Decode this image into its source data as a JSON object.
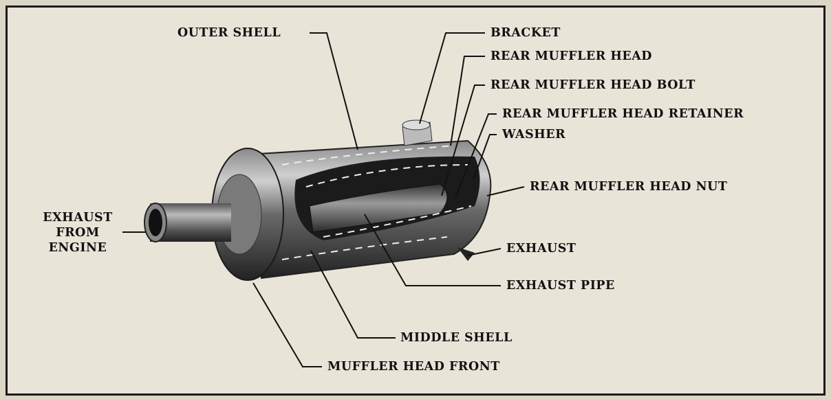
{
  "labels": {
    "outer_shell": "OUTER SHELL",
    "bracket": "BRACKET",
    "rear_muffler_head": "REAR MUFFLER HEAD",
    "rear_muffler_head_bolt": "REAR MUFFLER HEAD BOLT",
    "rear_muffler_head_retainer": "REAR MUFFLER HEAD RETAINER",
    "washer": "WASHER",
    "rear_muffler_head_nut": "REAR MUFFLER HEAD NUT",
    "exhaust_from_engine": [
      "EXHAUST",
      "FROM",
      "ENGINE"
    ],
    "exhaust": "EXHAUST",
    "exhaust_pipe": "EXHAUST PIPE",
    "middle_shell": "MIDDLE SHELL",
    "muffler_head_front": "MUFFLER HEAD FRONT"
  }
}
